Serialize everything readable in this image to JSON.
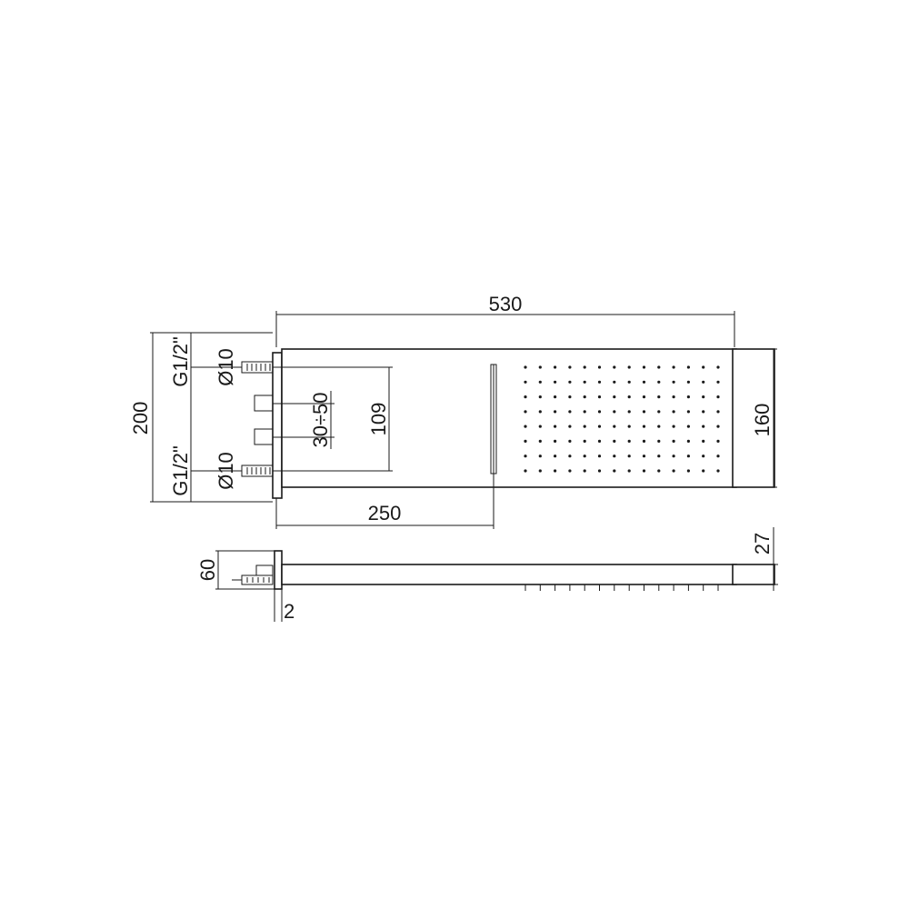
{
  "dimensions": {
    "overall_length": "530",
    "head_height": "160",
    "box_height": "200",
    "inlet_spacing": "109",
    "box_depth_range": "30÷50",
    "spout_offset": "250",
    "thread_upper": "G1/2\"",
    "thread_lower": "G1/2\"",
    "pipe_upper": "Ø10",
    "pipe_lower": "Ø10",
    "plate_thickness": "27",
    "box_profile_height": "60",
    "wall_gap": "2"
  },
  "nozzle_grid": {
    "rows": 8,
    "columns": 14
  },
  "side_nozzles": 14
}
